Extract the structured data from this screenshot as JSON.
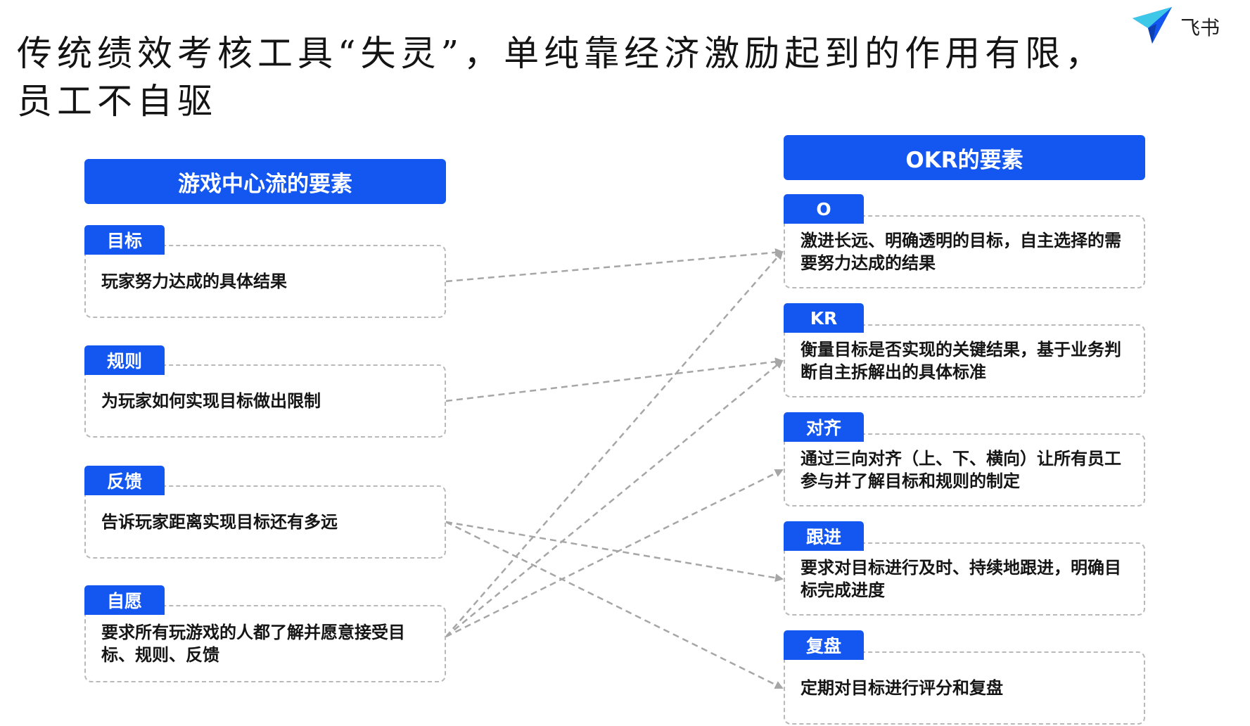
{
  "title": "传统绩效考核工具“失灵”，单纯靠经济激励起到的作用有限，员工不自驱",
  "logo": {
    "icon": "feishu-paper-plane-icon",
    "text": "飞书"
  },
  "left": {
    "header": "游戏中心流的要素",
    "items": [
      {
        "tag": "目标",
        "text": "玩家努力达成的具体结果"
      },
      {
        "tag": "规则",
        "text": "为玩家如何实现目标做出限制"
      },
      {
        "tag": "反馈",
        "text": "告诉玩家距离实现目标还有多远"
      },
      {
        "tag": "自愿",
        "text": "要求所有玩游戏的人都了解并愿意接受目标、规则、反馈"
      }
    ]
  },
  "right": {
    "header": "OKR的要素",
    "items": [
      {
        "tag": "O",
        "text": "激进长远、明确透明的目标，自主选择的需要努力达成的结果"
      },
      {
        "tag": "KR",
        "text": "衡量目标是否实现的关键结果，基于业务判断自主拆解出的具体标准"
      },
      {
        "tag": "对齐",
        "text": "通过三向对齐（上、下、横向）让所有员工参与并了解目标和规则的制定"
      },
      {
        "tag": "跟进",
        "text": "要求对目标进行及时、持续地跟进，明确目标完成进度"
      },
      {
        "tag": "复盘",
        "text": "定期对目标进行评分和复盘"
      }
    ]
  },
  "colors": {
    "accent": "#1456f0",
    "arrow": "#a6a6a6",
    "border": "#b9b9b9"
  }
}
